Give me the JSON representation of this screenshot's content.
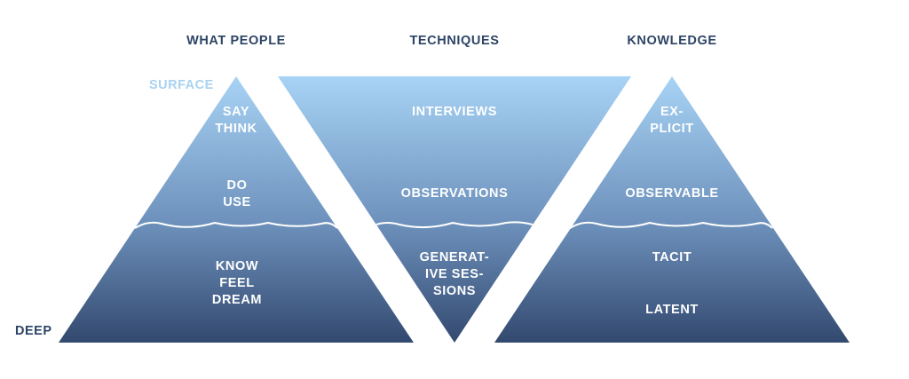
{
  "colors": {
    "header_text": "#2d4466",
    "surface_label": "#a9d2f1",
    "deep_label": "#2d4466",
    "gradient_top": "#a8d3f5",
    "gradient_mid": "#6d91bc",
    "gradient_bottom": "#33496f",
    "waterline": "#ffffff"
  },
  "headers": {
    "what_people": "WHAT PEOPLE",
    "techniques": "TECHNIQUES",
    "knowledge": "KNOWLEDGE"
  },
  "axis": {
    "surface": "SURFACE",
    "deep": "DEEP"
  },
  "what_people": {
    "say": "SAY",
    "think": "THINK",
    "do": "DO",
    "use": "USE",
    "know": "KNOW",
    "feel": "FEEL",
    "dream": "DREAM"
  },
  "techniques": {
    "interviews": "INTERVIEWS",
    "observations": "OBSERVATIONS",
    "generative_line1": "GENERAT-",
    "generative_line2": "IVE SES-",
    "generative_line3": "SIONS"
  },
  "knowledge": {
    "explicit_line1": "EX-",
    "explicit_line2": "PLICIT",
    "observable": "OBSERVABLE",
    "tacit": "TACIT",
    "latent": "LATENT"
  }
}
